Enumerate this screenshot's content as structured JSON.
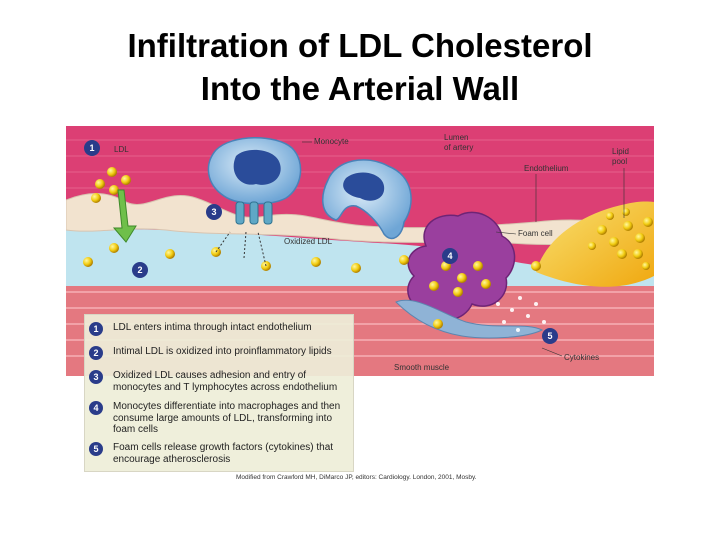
{
  "title": {
    "line1": "Infiltration of LDL Cholesterol",
    "line2": "Into the Arterial Wall"
  },
  "labels": {
    "ldl": "LDL",
    "monocyte": "Monocyte",
    "lumen_1": "Lumen",
    "lumen_2": "of artery",
    "endothelium": "Endothelium",
    "lipid_1": "Lipid",
    "lipid_2": "pool",
    "oxidized_ldl": "Oxidized LDL",
    "foam_cell": "Foam cell",
    "smooth_muscle": "Smooth muscle",
    "cytokines": "Cytokines"
  },
  "markers": [
    "1",
    "2",
    "3",
    "4",
    "5"
  ],
  "legend": [
    {
      "num": "1",
      "text": "LDL enters intima through intact endothelium"
    },
    {
      "num": "2",
      "text": "Intimal LDL is oxidized into proinflammatory lipids"
    },
    {
      "num": "3",
      "text": "Oxidized LDL causes adhesion and entry of monocytes and T lymphocytes across endothelium"
    },
    {
      "num": "4",
      "text": "Monocytes differentiate into macrophages and then consume large amounts of LDL, transforming into foam cells"
    },
    {
      "num": "5",
      "text": "Foam cells release growth factors (cytokines) that encourage atherosclerosis"
    }
  ],
  "credit": "Modified from Crawford MH, DiMarco JP, editors: Cardiology. London, 2001, Mosby.",
  "colors": {
    "lumen": "#dc3f74",
    "intima": "#bfe4ef",
    "media": "#e47880",
    "lipid": "#f4c810",
    "monocyte": "#8fc0e4",
    "foam": "#9a3f9e",
    "marker": "#2a3c8a"
  }
}
